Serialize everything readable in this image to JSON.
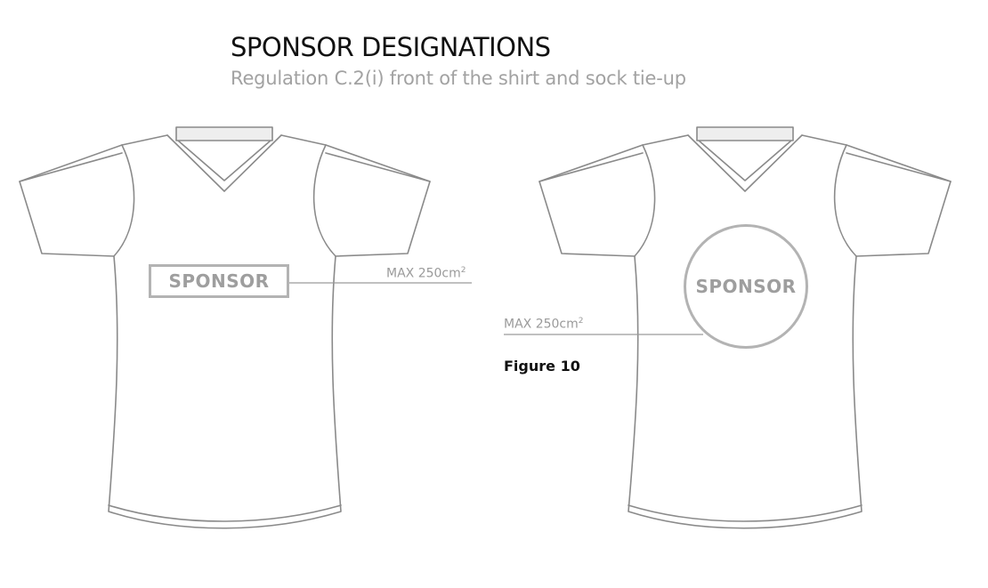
{
  "header": {
    "title": "SPONSOR DESIGNATIONS",
    "subtitle": "Regulation C.2(i) front of the shirt and sock tie-up"
  },
  "shirt_left": {
    "sponsor_text": "SPONSOR",
    "max_label": "MAX 250cm",
    "max_sup": "2"
  },
  "shirt_right": {
    "sponsor_text": "SPONSOR",
    "max_label": "MAX 250cm",
    "max_sup": "2"
  },
  "figure": {
    "label": "Figure 10"
  }
}
